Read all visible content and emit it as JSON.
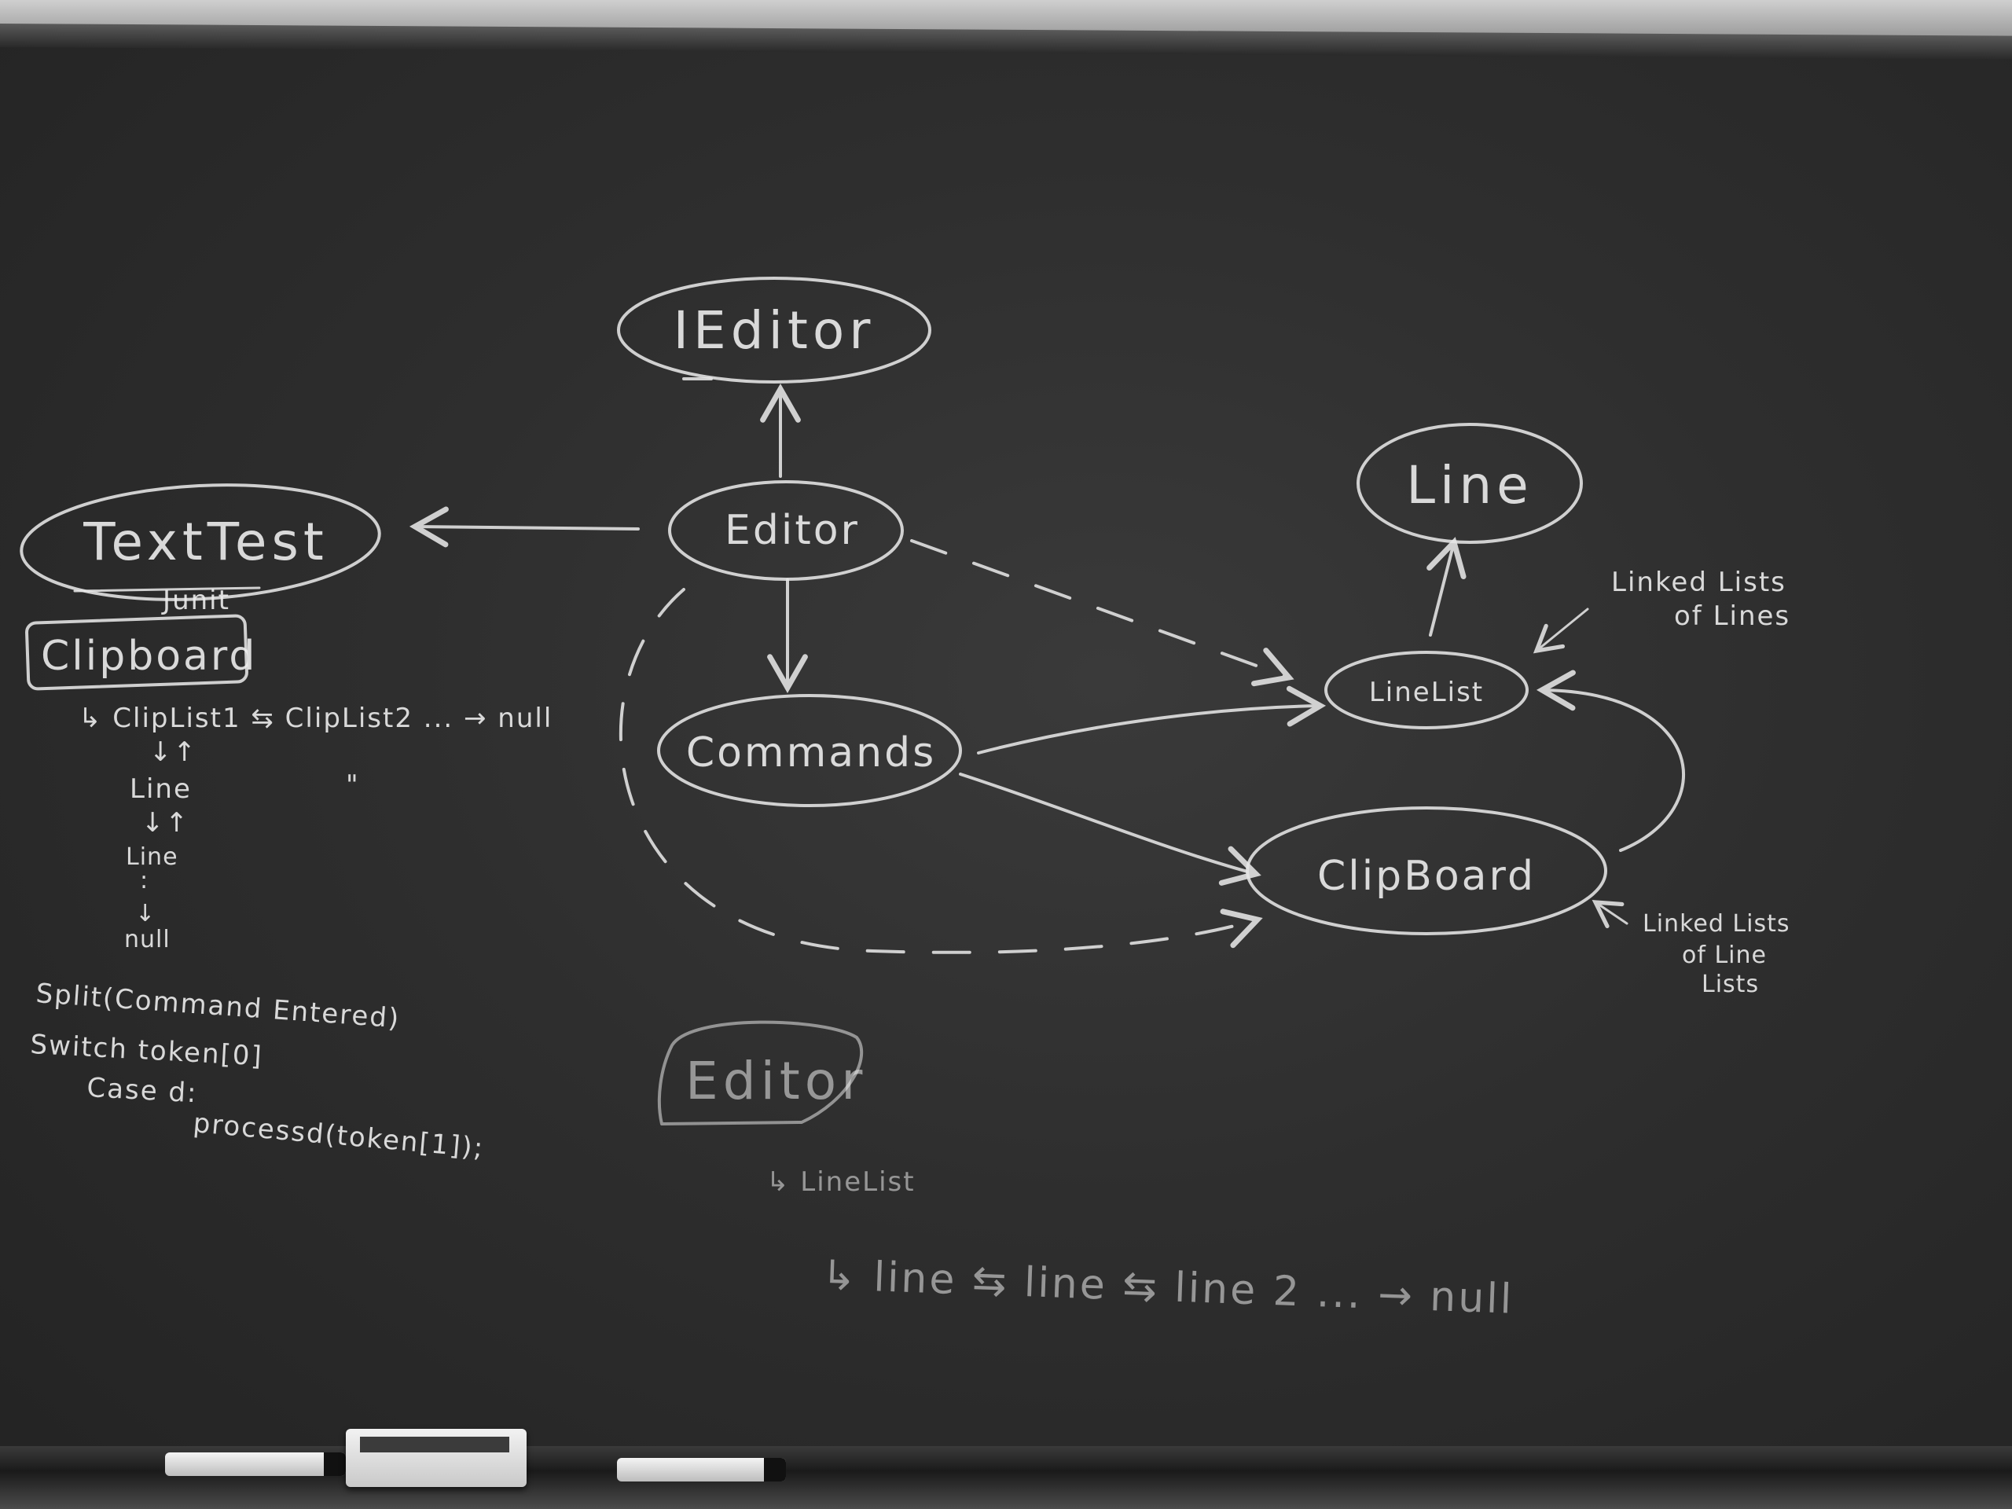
{
  "board": {
    "diagram": {
      "iEditor": "IEditor",
      "editor": "Editor",
      "textTest": "TextTest",
      "junit": "Junit",
      "commands": "Commands",
      "line": "Line",
      "lineList": "LineList",
      "clipBoard": "ClipBoard",
      "lineListNote": [
        "Linked Lists",
        "of Lines"
      ],
      "clipBoardNote": [
        "Linked Lists",
        "of Line",
        "Lists"
      ]
    },
    "leftNotes": {
      "clipboard": "Clipboard",
      "clipListRow": "↳ ClipList1 ⇆ ClipList2 ... → null",
      "arrows1": "↓↑",
      "line1": "Line",
      "ditto": "\"",
      "arrows2": "↓↑",
      "line2": "Line",
      "dots": ":",
      "arrowDown": "↓",
      "null": "null",
      "code": [
        "Split(Command Entered)",
        "Switch token[0]",
        "Case d:",
        "processd(token[1]);"
      ]
    },
    "bottomNotes": {
      "editor": "Editor",
      "lineList": "↳ LineList",
      "chain": "↳ line ⇆ line ⇆ line 2 ... → null"
    }
  }
}
